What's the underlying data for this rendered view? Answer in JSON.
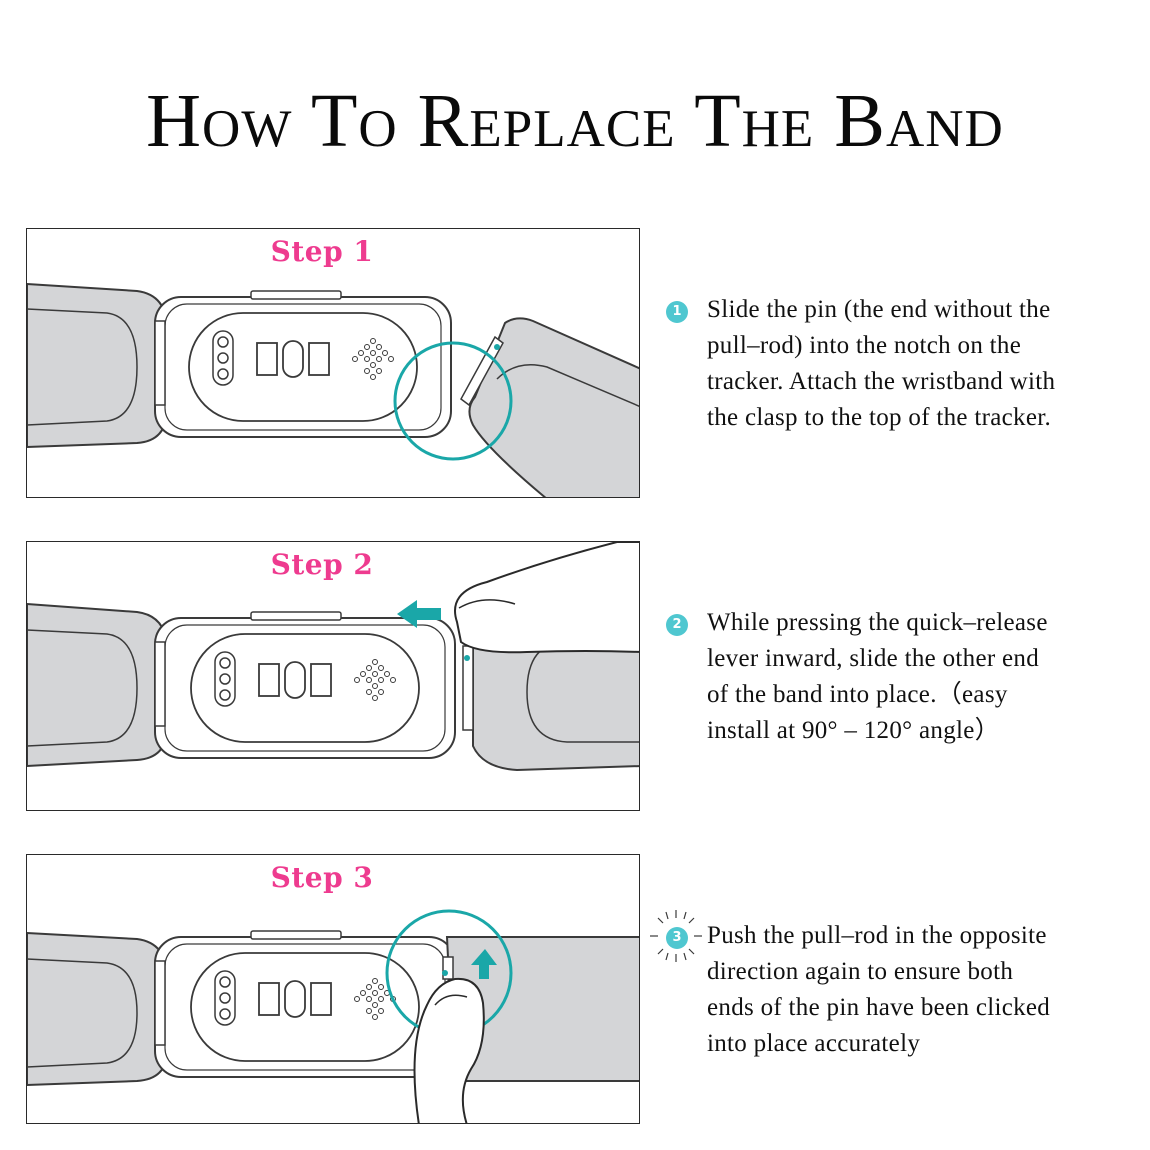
{
  "title": "How To Replace The Band",
  "steps": [
    {
      "label": "Step 1",
      "number": "1",
      "text": "Slide the pin (the end without the\npull–rod) into the notch on the\ntracker.  Attach the wristband with\nthe clasp to the top of the tracker."
    },
    {
      "label": "Step 2",
      "number": "2",
      "text": "While pressing the quick–release\nlever inward, slide the other end\nof the band into place.（easy\ninstall at 90°  – 120°  angle）"
    },
    {
      "label": "Step 3",
      "number": "3",
      "text": "Push the pull–rod in the opposite\ndirection again to ensure both\nends of the pin have been clicked\ninto place accurately"
    }
  ],
  "colors": {
    "accent": "#1aa7a8",
    "step_label": "#ee3b8f",
    "number_badge": "#4fc7d0",
    "band_gray": "#d4d5d7",
    "outline": "#3a3a3a"
  },
  "icons": [
    "tracker-illustration",
    "highlight-circle-icon",
    "arrow-left-icon",
    "arrow-up-icon",
    "finger-icon",
    "sparkle-icon"
  ]
}
